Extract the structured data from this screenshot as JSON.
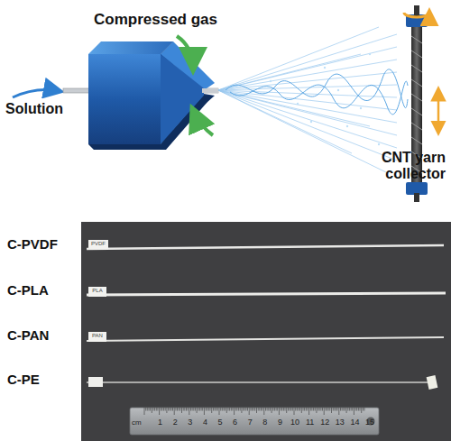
{
  "diagram": {
    "labels": [
      "Compressed gas",
      "Solution",
      "CNT yarn collector",
      "C-PVDF",
      "C-PLA",
      "C-PAN",
      "C-PE",
      "PVDF",
      "PLA",
      "PAN",
      "cm",
      "1",
      "2",
      "3",
      "4",
      "5",
      "6",
      "7",
      "8",
      "9",
      "10",
      "11",
      "12",
      "13",
      "14",
      "15"
    ]
  }
}
